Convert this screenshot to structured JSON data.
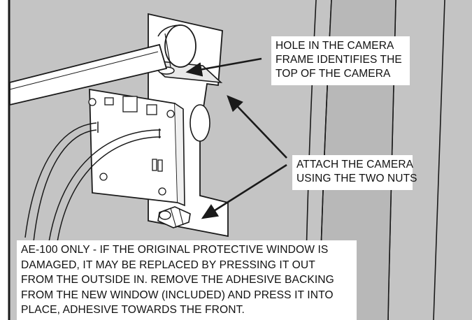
{
  "callouts": {
    "hole": {
      "lines": [
        "HOLE IN THE CAMERA",
        "FRAME IDENTIFIES THE",
        "TOP OF THE CAMERA"
      ]
    },
    "nuts": {
      "lines": [
        "ATTACH THE CAMERA",
        "USING THE TWO NUTS"
      ]
    },
    "note": {
      "lines": [
        "AE-100 ONLY - IF THE ORIGINAL PROTECTIVE WINDOW IS",
        "DAMAGED, IT MAY BE REPLACED BY PRESSING IT OUT",
        "FROM THE OUTSIDE IN. REMOVE THE ADHESIVE BACKING",
        "FROM THE NEW WINDOW (INCLUDED) AND PRESS IT INTO",
        "PLACE, ADHESIVE TOWARDS THE FRONT."
      ]
    }
  },
  "colors": {
    "background_gray": "#c4c4c4",
    "line": "#1a1a1a",
    "white": "#ffffff"
  }
}
